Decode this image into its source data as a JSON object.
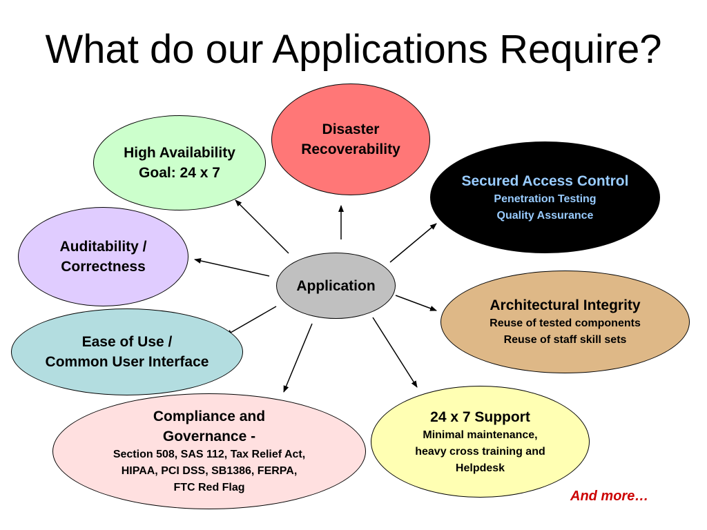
{
  "title": "What do our Applications Require?",
  "center": {
    "label": "Application"
  },
  "nodes": {
    "high_availability": {
      "lines": [
        "High Availability",
        "Goal: 24 x 7"
      ]
    },
    "disaster": {
      "lines": [
        "Disaster",
        "Recoverability"
      ]
    },
    "secured": {
      "head": "Secured Access Control",
      "sub": [
        "Penetration Testing",
        "Quality Assurance"
      ]
    },
    "auditability": {
      "lines": [
        "Auditability /",
        "Correctness"
      ]
    },
    "architectural": {
      "head": "Architectural Integrity",
      "sub": [
        "Reuse of tested components",
        "Reuse of staff skill sets"
      ]
    },
    "ease": {
      "lines": [
        "Ease of Use /",
        "Common User Interface"
      ]
    },
    "compliance": {
      "head": [
        "Compliance and",
        "Governance -"
      ],
      "sub": [
        "Section 508, SAS 112, Tax Relief Act,",
        "HIPAA, PCI DSS, SB1386, FERPA,",
        "FTC Red Flag"
      ]
    },
    "support": {
      "head": "24 x 7 Support",
      "sub": [
        "Minimal maintenance,",
        "heavy cross training and",
        "Helpdesk"
      ]
    }
  },
  "footer": {
    "more": "And more…"
  },
  "colors": {
    "high_availability": "#ccffcc",
    "disaster": "#ff7777",
    "secured": "#000000",
    "secured_text": "#99ccff",
    "auditability": "#e0ccff",
    "architectural": "#deb887",
    "ease": "#b3dde0",
    "compliance": "#ffe0e0",
    "support": "#ffffb3",
    "center": "#c0c0c0",
    "more": "#cc0000"
  }
}
